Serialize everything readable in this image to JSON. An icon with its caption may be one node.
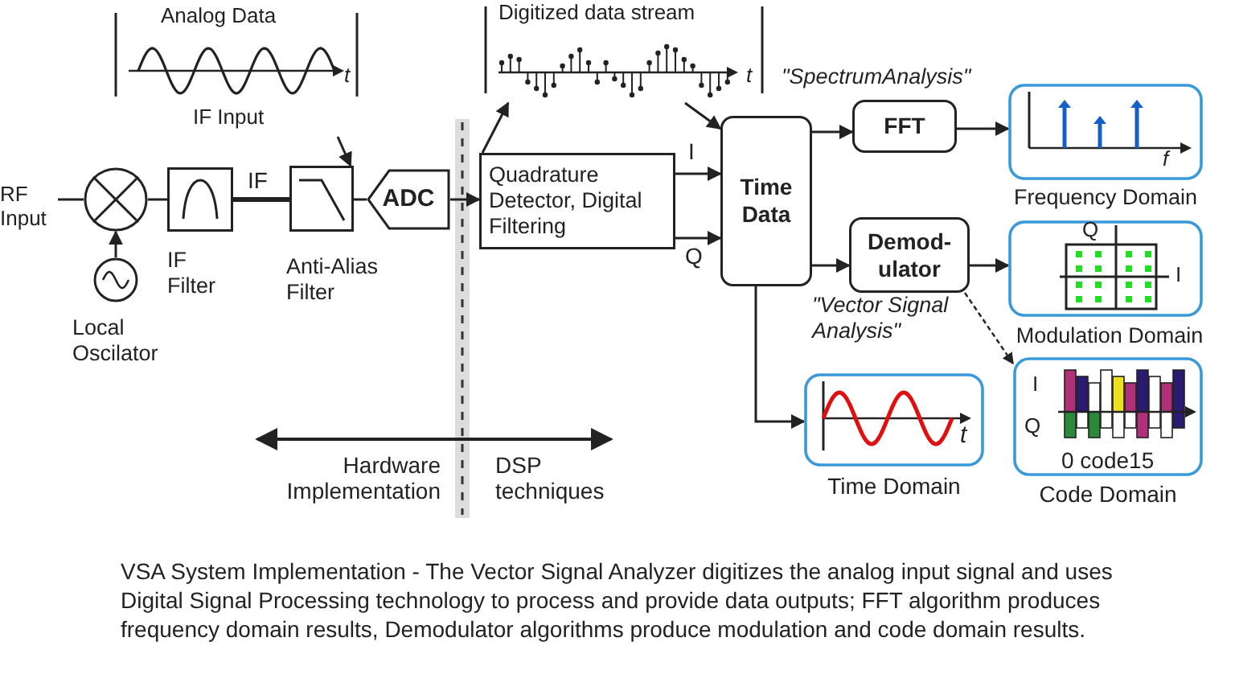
{
  "diagram": {
    "caption": "VSA System Implementation - The Vector Signal Analyzer digitizes the analog input signal and uses Digital Signal Processing technology to process and provide data outputs; FFT algorithm produces frequency domain results, Demodulator algorithms produce modulation and code domain results.",
    "nodes": [
      {
        "text": [
          "Analog Data",
          "t",
          "IF Input"
        ]
      },
      {
        "text": [
          "Digitized data stream",
          "t"
        ]
      },
      {
        "text": [
          "RF Input"
        ]
      },
      {
        "text": [],
        "shape": "circle"
      },
      {
        "text": [],
        "shape": "circle",
        "beside": [
          "Local Oscilator"
        ]
      },
      {
        "text": [],
        "shape": "box",
        "beside": [
          "IF Filter"
        ]
      },
      {
        "text": [],
        "shape": "box",
        "beside": [
          "Anti-Alias Filter"
        ]
      },
      {
        "text": [
          "ADC"
        ]
      },
      {
        "text": [
          "Quadrature Detector, Digital Filtering"
        ]
      },
      {
        "text": [
          "Time Data"
        ]
      },
      {
        "text": [
          "FFT"
        ]
      },
      {
        "text": [
          "Demod- ulator"
        ]
      },
      {
        "text": [
          "f"
        ],
        "beside": [
          "Frequency Domain"
        ]
      },
      {
        "text": [
          "Q",
          "I"
        ],
        "beside": [
          "Modulation Domain"
        ]
      },
      {
        "text": [
          "t"
        ],
        "beside": [
          "Time Domain"
        ]
      },
      {
        "text": [
          "I",
          "Q",
          "0 code15"
        ],
        "beside": [
          "Code Domain"
        ]
      }
    ],
    "edges": [
      {
        "from": 2,
        "to": 3,
        "arrow": "none"
      },
      {
        "from": 4,
        "to": 3,
        "arrow": "to"
      },
      {
        "from": 3,
        "to": 5,
        "arrow": "none"
      },
      {
        "from": 5,
        "to": 6,
        "arrow": "none",
        "label": "IF",
        "style": "thick"
      },
      {
        "from": 6,
        "to": 7,
        "arrow": "none"
      },
      {
        "from": 7,
        "to": 8,
        "arrow": "to"
      },
      {
        "from": 8,
        "to": 9,
        "arrow": "to",
        "label": "I"
      },
      {
        "from": 8,
        "to": 9,
        "arrow": "to",
        "label": "Q"
      },
      {
        "from": 9,
        "to": 10,
        "arrow": "to"
      },
      {
        "from": 9,
        "to": 11,
        "arrow": "to"
      },
      {
        "from": 9,
        "to": 14,
        "arrow": "to"
      },
      {
        "from": 10,
        "to": 12,
        "arrow": "to"
      },
      {
        "from": 11,
        "to": 13,
        "arrow": "to"
      },
      {
        "from": 11,
        "to": 15,
        "arrow": "to",
        "style": "dashed"
      },
      {
        "from": 0,
        "to": 6,
        "arrow": "to"
      },
      {
        "from": 8,
        "to": 1,
        "arrow": "to"
      },
      {
        "from": 1,
        "to": 9,
        "arrow": "to"
      }
    ],
    "labels": [
      "\"SpectrumAnalysis\"",
      "\"Vector Signal Analysis\"",
      "Hardware Implementation",
      "DSP techniques"
    ]
  }
}
